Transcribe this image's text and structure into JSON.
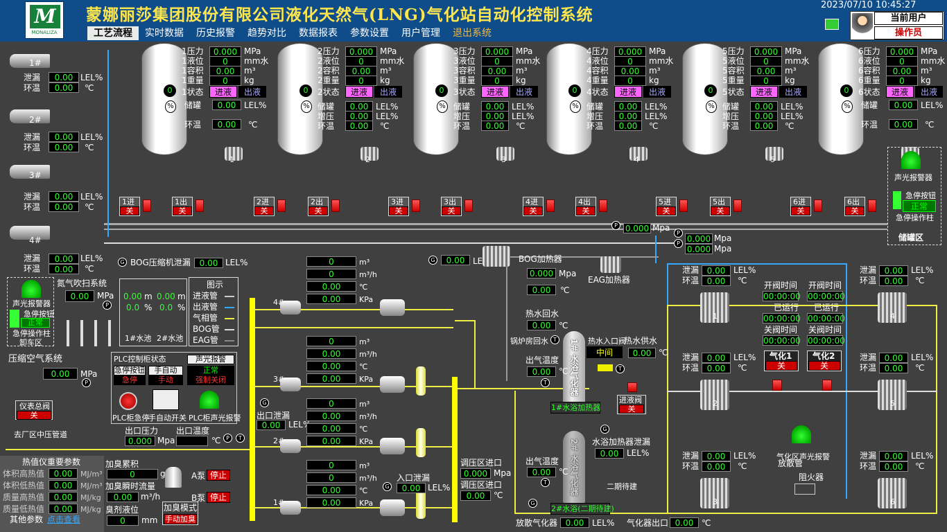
{
  "header": {
    "logo_letter": "M",
    "logo_text": "MONALIZA",
    "title": "蒙娜丽莎集团股份有限公司液化天然气(LNG)气化站自动化控制系统",
    "datetime": "2023/07/10  10:45:27",
    "user_label": "当前用户",
    "user_role": "操作员"
  },
  "menu": [
    "工艺流程",
    "实时数据",
    "历史报警",
    "趋势对比",
    "数据报表",
    "参数设置",
    "用户管理",
    "退出系统"
  ],
  "tanks": [
    {
      "n": "1",
      "pressure": "0.000",
      "level": "0",
      "volume": "0.00",
      "weight": "0",
      "in_state": "进液",
      "out_state": "出液",
      "leak": "0.00",
      "temp": "0.00",
      "pct": "%",
      "lev": "0"
    },
    {
      "n": "2",
      "pressure": "0.000",
      "level": "0",
      "volume": "0.00",
      "weight": "0",
      "in_state": "进液",
      "out_state": "出液",
      "leak": "0.00",
      "boost": "0.00",
      "temp": "0.00",
      "pct": "%",
      "lev": "0"
    },
    {
      "n": "3",
      "pressure": "0.000",
      "level": "0",
      "volume": "0.00",
      "weight": "0",
      "in_state": "进液",
      "out_state": "出液",
      "leak": "0.00",
      "boost": "0.00",
      "temp": "0.00",
      "pct": "%",
      "lev": "0"
    },
    {
      "n": "4",
      "pressure": "0.000",
      "level": "0",
      "volume": "0.00",
      "weight": "0",
      "in_state": "进液",
      "out_state": "出液",
      "leak": "0.00",
      "boost": "0.00",
      "temp": "0.00",
      "pct": "%",
      "lev": "0"
    },
    {
      "n": "5",
      "pressure": "0.000",
      "level": "0",
      "volume": "0.00",
      "weight": "0",
      "in_state": "进液",
      "out_state": "出液",
      "leak": "0.00",
      "boost": "0.00",
      "temp": "0.00",
      "pct": "%",
      "lev": "0"
    },
    {
      "n": "6",
      "pressure": "0.000",
      "level": "0",
      "volume": "0.00",
      "weight": "0",
      "in_state": "进液",
      "out_state": "出液",
      "leak": "0.00",
      "temp": "0.00",
      "pct": "%",
      "lev": "0"
    }
  ],
  "tank_labels": {
    "pressure": "压力",
    "level": "液位",
    "volume": "容积",
    "weight": "重量",
    "state": "状态",
    "tank": "储罐",
    "boost": "增压",
    "temp": "环温",
    "lel": "LEL%",
    "deg": "℃",
    "mpa": "MPa",
    "mmw": "mm水",
    "m3": "m³",
    "kg": "kg"
  },
  "valves": [
    "1进",
    "1出",
    "2进",
    "2出",
    "3进",
    "3出",
    "4进",
    "4出",
    "5进",
    "5出",
    "6进",
    "6出"
  ],
  "valve_state": "关",
  "unload": [
    {
      "label": "1#",
      "leak": "0.00",
      "temp": "0.00"
    },
    {
      "label": "2#",
      "leak": "0.00",
      "temp": "0.00"
    },
    {
      "label": "3#",
      "leak": "0.00",
      "temp": "0.00"
    },
    {
      "label": "4#",
      "leak": "0.00",
      "temp": "0.00"
    }
  ],
  "unload_labels": {
    "leak": "泄漏",
    "temp": "环温",
    "lel": "LEL%",
    "deg": "℃"
  },
  "storage_area": {
    "alarm": "声光报警器",
    "estop": "急停按钮",
    "estop_state": "正常",
    "op_column": "急停操作柱",
    "name": "储罐区"
  },
  "bog_pressures": [
    "0.000",
    "0.000",
    "0.000"
  ],
  "mpa": "Mpa",
  "bog_comp": {
    "label": "BOG压缩机泄漏",
    "value": "0.00",
    "unit": "LEL%"
  },
  "gas_detector": {
    "value": "0.00",
    "unit": "LEL%"
  },
  "bog_heater": {
    "label": "BOG加热器",
    "p": "0.000",
    "t": "0.00",
    "pu": "Mpa",
    "tu": "℃"
  },
  "eag": "EAG加热器",
  "hot_water": {
    "return_label": "热水回水",
    "return": "0.00",
    "boiler": "锅炉房回水",
    "inlet_valve": "热水入口阀",
    "inlet_state": "中间",
    "supply_label": "热水供水",
    "supply": "0.00",
    "out_temp_label": "出气温度",
    "out_temp": "0.00",
    "in_valve": "进液阀",
    "in_valve_state": "关",
    "heater1": "1#水浴加热器",
    "heater2": "2#水浴(二期待建)",
    "phase2": "二期待建",
    "v1": "1# 水浴气化器",
    "v2": "2# 水浴气化器",
    "leak_label": "水浴加热器泄漏",
    "leak": "0.00",
    "out_temp2": "0.00"
  },
  "unload_area": {
    "alarm": "声光报警器",
    "estop": "急停按钮",
    "estop_state": "正常",
    "op": "急停操作柱",
    "area": "卸车区",
    "nitrogen": "氮气吹扫系统",
    "n2_value": "0.00",
    "n2_unit": "MPa"
  },
  "pools": {
    "m1": "0.00",
    "m2": "0.00",
    "p1": "0.0",
    "p2": "0.0",
    "u_m": "m",
    "u_p": "%",
    "pool1": "1#水池",
    "pool2": "2#水池"
  },
  "legend": {
    "title": "图示",
    "items": [
      "进液管",
      "出液管",
      "气相管",
      "BOG管",
      "EAG管"
    ]
  },
  "air": {
    "title": "压缩空气系统",
    "value": "0.00",
    "unit": "MPa",
    "main_valve": "仪表总阀",
    "main_state": "关"
  },
  "plc": {
    "title": "PLC控制柜状态",
    "h1": "急停按钮",
    "h2": "手自动",
    "h3": "声光报警",
    "s1": "急停",
    "s2": "手动",
    "s3": "正常",
    "s4": "强制关闭",
    "b1": "PLC柜急停",
    "b2": "手自动开关",
    "b3": "PLC柜声光报警"
  },
  "outlet": {
    "to_pipe": "去厂区中压管道",
    "p_label": "出口压力",
    "p": "0.000",
    "p_unit": "Mpa",
    "t_label": "出口温度",
    "t_unit": "℃",
    "leak_label": "出口泄漏",
    "leak": "0.00",
    "leak_unit": "LEL%"
  },
  "flow_meters": [
    {
      "label": "4#",
      "v1": "0",
      "v2": "0",
      "v3": "0.00",
      "v4": "0.00"
    },
    {
      "label": "3#",
      "v1": "0",
      "v2": "0.00",
      "v3": "0.00",
      "v4": "0.00"
    },
    {
      "label": "2#",
      "v1": "0",
      "v2": "0.00",
      "v3": "0.00",
      "v4": "0.00"
    },
    {
      "label": "1#",
      "v1": "0",
      "v2": "0",
      "v3": "0.00",
      "v4": "0.00"
    }
  ],
  "flow_units": [
    "m³",
    "m³/h",
    "℃",
    "KPa"
  ],
  "regulator": {
    "in_label": "调压区进口",
    "p": "0.000",
    "p_unit": "Mpa",
    "t": "0.00",
    "t_unit": "℃",
    "inlet_leak": "入口泄漏",
    "inlet_leak_val": "0.00",
    "lel": "LEL%"
  },
  "calorific": {
    "title": "热值仪重要参数",
    "rows": [
      [
        "体积高热值",
        "0.00",
        "MJ/m³"
      ],
      [
        "体积低热值",
        "0.00",
        "MJ/m³"
      ],
      [
        "质量高热值",
        "0.00",
        "MJ/kg"
      ],
      [
        "质量低热值",
        "0.00",
        "MJ/kg"
      ]
    ],
    "other": "其他参数",
    "view": "点击查看"
  },
  "odor": {
    "total_label": "加臭累积",
    "total": "0",
    "total_unit": "g",
    "rate_label": "加臭瞬时流量",
    "rate": "0.00",
    "rate_unit": "m³/h",
    "level_label": "臭剂液位",
    "level": "0",
    "level_unit": "mm",
    "mode_label": "加臭模式",
    "mode": "手动加臭",
    "pa": "A泵",
    "pb": "B泵",
    "pa_state": "停止",
    "pb_state": "停止"
  },
  "vaporizers": [
    {
      "n": "1",
      "leak": "0.00",
      "temp": "0.00"
    },
    {
      "n": "2",
      "leak": "0.00",
      "temp": "0.00"
    },
    {
      "n": "3",
      "leak": "0.00",
      "temp": "0.00"
    },
    {
      "n": "4",
      "leak": "0.00",
      "temp": "0.00"
    },
    {
      "n": "5",
      "leak": "0.00",
      "temp": "0.00"
    },
    {
      "n": "6",
      "leak": "0.00",
      "temp": "0.00"
    }
  ],
  "switch": {
    "open_time": "开阀时间",
    "open1": "00:00:00",
    "open2": "00:00:00",
    "ran": "已运行",
    "ran1": "00:00:00",
    "ran2": "00:00:00",
    "close_time": "关阀时间",
    "close1": "00:00:00",
    "close2": "00:00:00",
    "g1": "气化1",
    "g2": "气化2",
    "state": "关"
  },
  "gas_area": {
    "alarm": "气化区声光报警",
    "diffuse": "放散管",
    "flame": "阻火器"
  },
  "bottom": {
    "diff_label": "放散气化器",
    "diff": "0.00",
    "diff_unit": "LEL%",
    "out_label": "气化器出口",
    "out": "0.00",
    "out_unit": "℃"
  }
}
